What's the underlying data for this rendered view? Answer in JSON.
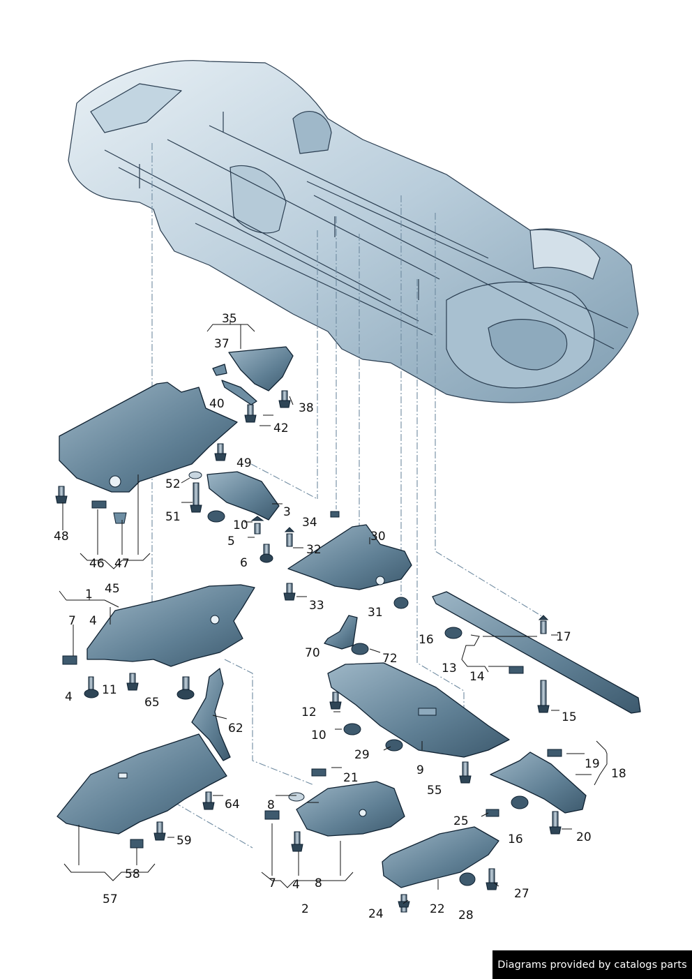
{
  "credit": "Diagrams provided by catalogs parts",
  "colors": {
    "part_fill": "#5f7f94",
    "part_light": "#9db6c6",
    "chassis_fill": "#c9d9e4",
    "dash_line": "#6e8aa0"
  },
  "labels": {
    "l35": "35",
    "l37": "37",
    "l40": "40",
    "l38": "38",
    "l42": "42",
    "l49": "49",
    "l52": "52",
    "l51": "51",
    "l3": "3",
    "l10a": "10",
    "l34": "34",
    "l5": "5",
    "l32": "32",
    "l30": "30",
    "l6": "6",
    "l48": "48",
    "l46": "46",
    "l47": "47",
    "l45": "45",
    "l1": "1",
    "l7a": "7",
    "l4a": "4",
    "l33": "33",
    "l31": "31",
    "l16a": "16",
    "l17": "17",
    "l70": "70",
    "l72": "72",
    "l13": "13",
    "l14": "14",
    "l4b": "4",
    "l11": "11",
    "l65": "65",
    "l12": "12",
    "l15": "15",
    "l10b": "10",
    "l62": "62",
    "l29": "29",
    "l9": "9",
    "l19": "19",
    "l18": "18",
    "l21": "21",
    "l55": "55",
    "l64": "64",
    "l8a": "8",
    "l16b": "16",
    "l25": "25",
    "l20": "20",
    "l59": "59",
    "l58": "58",
    "l7b": "7",
    "l4c": "4",
    "l8b": "8",
    "l27": "27",
    "l57": "57",
    "l2": "2",
    "l24": "24",
    "l22": "22",
    "l28": "28"
  }
}
